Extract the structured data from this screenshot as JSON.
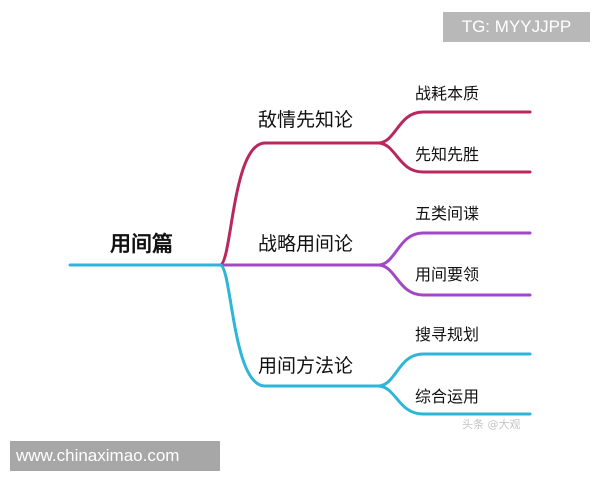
{
  "root": {
    "label": "用间篇"
  },
  "branches": [
    {
      "label": "敌情先知论",
      "color": "#b8285f",
      "children": [
        {
          "label": "战耗本质"
        },
        {
          "label": "先知先胜"
        }
      ]
    },
    {
      "label": "战略用间论",
      "color": "#a347c9",
      "children": [
        {
          "label": "五类间谍"
        },
        {
          "label": "用间要领"
        }
      ]
    },
    {
      "label": "用间方法论",
      "color": "#2eb6d9",
      "children": [
        {
          "label": "搜寻规划"
        },
        {
          "label": "综合运用"
        }
      ]
    }
  ],
  "root_line_color": "#2eb6d9",
  "watermarks": {
    "tg": "TG: MYYJJPP",
    "site": "www.chinaximao.com",
    "faint": "头条 @大观"
  }
}
